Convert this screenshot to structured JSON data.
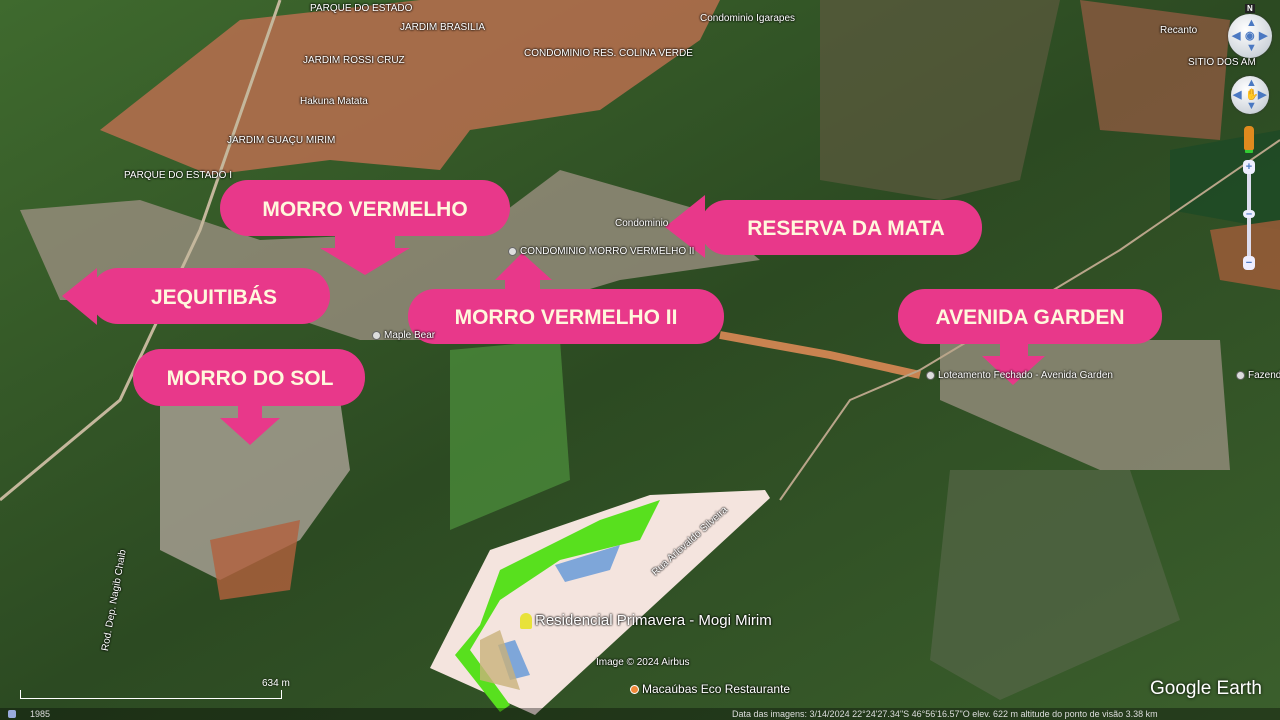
{
  "map": {
    "place_labels": [
      {
        "text": "PARQUE DO ESTADO"
      },
      {
        "text": "JARDIM BRASILIA"
      },
      {
        "text": "JARDIM ROSSI CRUZ"
      },
      {
        "text": "Hakuna Matata"
      },
      {
        "text": "JARDIM GUAÇU MIRIM"
      },
      {
        "text": "PARQUE DO ESTADO I"
      },
      {
        "text": "CONDOMINIO RES. COLINA VERDE"
      },
      {
        "text": "Condominio Igarapes"
      },
      {
        "text": "CONDOMINIO MORRO VERMELHO II"
      },
      {
        "text": "Condominio"
      },
      {
        "text": "Maple Bear"
      },
      {
        "text": "Loteamento Fechado - Avenida Garden"
      },
      {
        "text": "Fazenda"
      },
      {
        "text": "Recanto"
      },
      {
        "text": "SITIO DOS AM"
      },
      {
        "text": "Rua Arlovaldo Silveira"
      },
      {
        "text": "Rod. Dep. Nagib Chaib"
      },
      {
        "text": "Image © 2024 Airbus"
      },
      {
        "text": "Macaúbas Eco Restaurante"
      }
    ],
    "featured_placemark": "Residencial Primavera - Mogi Mirim"
  },
  "callouts": [
    {
      "label": "MORRO VERMELHO",
      "pointer": "down"
    },
    {
      "label": "RESERVA DA MATA",
      "pointer": "left"
    },
    {
      "label": "JEQUITIBÁS",
      "pointer": "left"
    },
    {
      "label": "MORRO VERMELHO II",
      "pointer": "up"
    },
    {
      "label": "AVENIDA GARDEN",
      "pointer": "down"
    },
    {
      "label": "MORRO DO SOL",
      "pointer": "down"
    }
  ],
  "colors": {
    "callout_fill": "#E8388A",
    "callout_text": "#FFF8DC"
  },
  "controls": {
    "north": "N",
    "zoom_in": "+",
    "zoom_out": "−"
  },
  "scale_label": "634 m",
  "status_bar": {
    "year": "1985",
    "info": "Data das imagens: 3/14/2024    22°24'27.34\"S  46°56'16.57\"O  elev.  622 m    altitude do ponto de visão  3.38 km"
  },
  "brand": "Google Earth"
}
